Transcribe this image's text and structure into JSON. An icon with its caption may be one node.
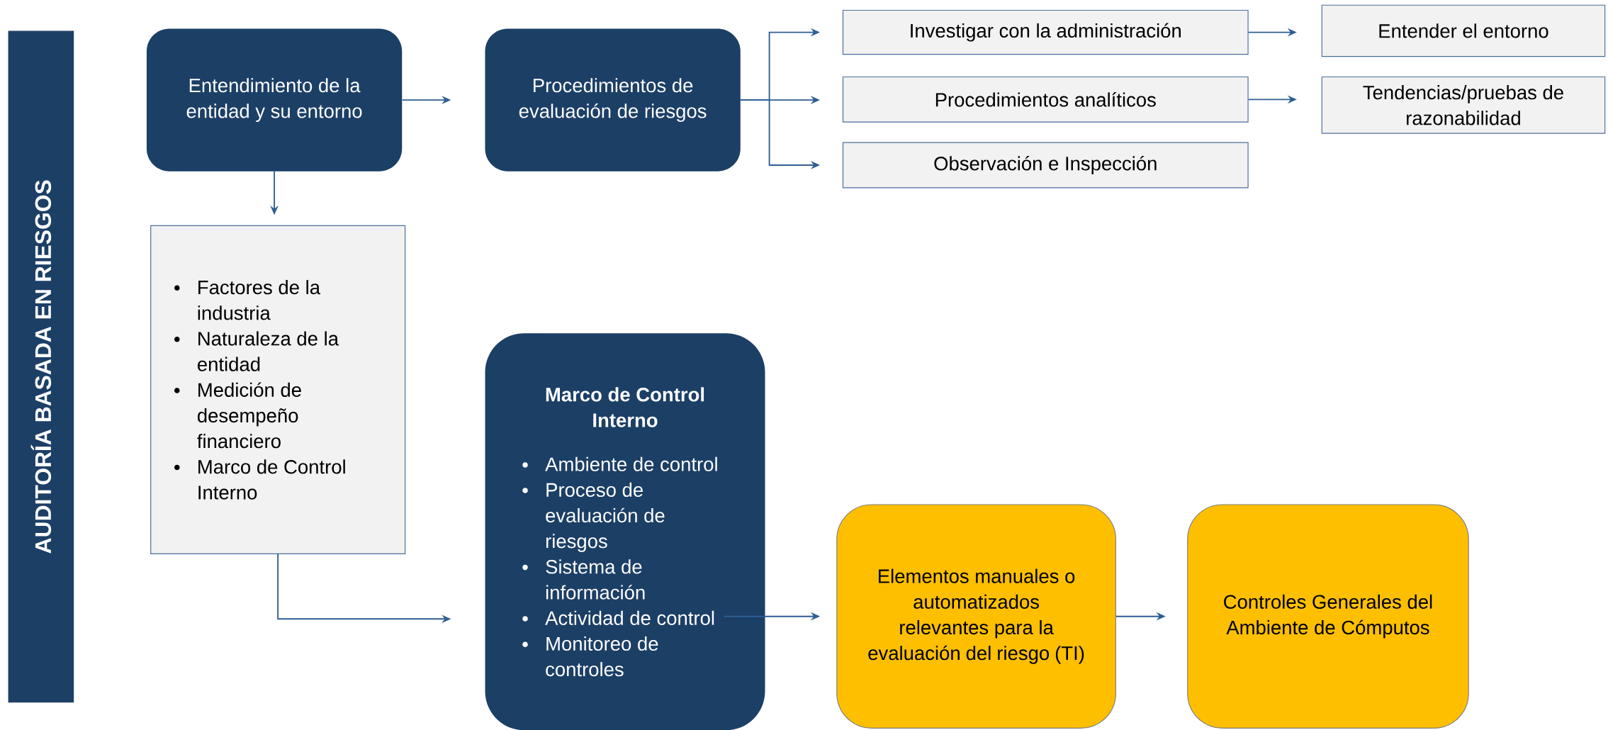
{
  "diagram": {
    "nodes": [
      {
        "text": [
          "AUDITORÍA BASADA EN RIESGOS"
        ]
      },
      {
        "text": [
          "Entendimiento de la entidad y su entorno"
        ]
      },
      {
        "text": [
          "Procedimientos de evaluación de riesgos"
        ]
      },
      {
        "text": [
          "Investigar con la administración"
        ]
      },
      {
        "text": [
          "Procedimientos analíticos"
        ]
      },
      {
        "text": [
          "Observación e Inspección"
        ]
      },
      {
        "text": [
          "Entender el entorno"
        ]
      },
      {
        "text": [
          "Tendencias/pruebas de razonabilidad"
        ]
      },
      {
        "text": [
          "Factores de la industria",
          "Naturaleza de la entidad",
          "Medición de desempeño financiero",
          "Marco de Control Interno"
        ]
      },
      {
        "text": [
          "Marco de Control Interno",
          "Ambiente de control",
          "Proceso de evaluación de riesgos",
          "Sistema de información",
          "Actividad de control",
          "Monitoreo de controles"
        ]
      },
      {
        "text": [
          "Elementos manuales o automatizados relevantes para la evaluación del riesgo (TI)"
        ]
      },
      {
        "text": [
          "Controles Generales del Ambiente de Cómputos"
        ]
      }
    ],
    "edges": [
      {
        "from": 1,
        "to": 2,
        "arrow": "to"
      },
      {
        "from": 2,
        "to": 3,
        "arrow": "to"
      },
      {
        "from": 2,
        "to": 4,
        "arrow": "to"
      },
      {
        "from": 2,
        "to": 5,
        "arrow": "to"
      },
      {
        "from": 3,
        "to": 6,
        "arrow": "to"
      },
      {
        "from": 4,
        "to": 7,
        "arrow": "to"
      },
      {
        "from": 1,
        "to": 8,
        "arrow": "to"
      },
      {
        "from": 8,
        "to": 9,
        "arrow": "to"
      },
      {
        "from": 9,
        "to": 10,
        "arrow": "to"
      },
      {
        "from": 10,
        "to": 11,
        "arrow": "to"
      }
    ]
  }
}
